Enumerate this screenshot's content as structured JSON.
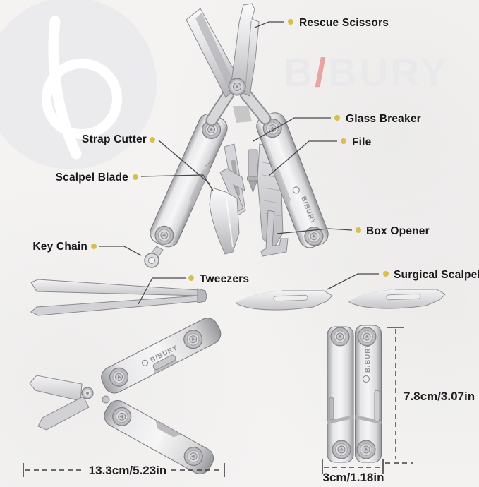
{
  "brand": {
    "watermark": {
      "prefix": "B",
      "slash": "/",
      "suffix": "BURY"
    },
    "engraving": "B/BURY"
  },
  "callouts": {
    "rescue_scissors": "Rescue Scissors",
    "glass_breaker": "Glass Breaker",
    "file": "File",
    "strap_cutter": "Strap Cutter",
    "scalpel_blade": "Scalpel Blade",
    "key_chain": "Key Chain",
    "box_opener": "Box Opener",
    "tweezers": "Tweezers",
    "surgical_scalpel": "Surgical Scalpel"
  },
  "dimensions": {
    "length": "13.3cm/5.23in",
    "height": "7.8cm/3.07in",
    "width": "3cm/1.18in"
  },
  "colors": {
    "bullet": "#d9be52",
    "watermark_slash": "#e8a3a3",
    "label_text": "#19191b",
    "leader_line": "#48484c",
    "steel_light": "#f5f5f6",
    "steel_dark": "#aeaeb2"
  }
}
